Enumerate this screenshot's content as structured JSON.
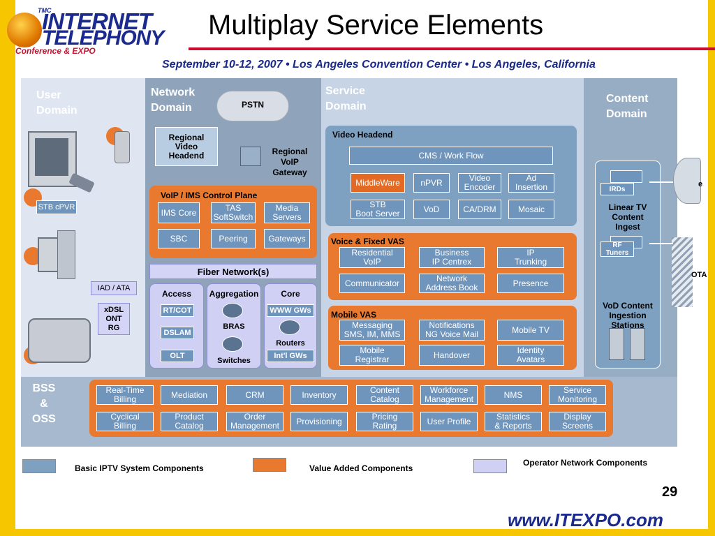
{
  "header": {
    "logo_top": "INTERNET",
    "logo_bottom": "TELEPHONY",
    "logo_sub": "Conference & EXPO",
    "logo_badge": "TMC",
    "title": "Multiplay Service Elements",
    "subtitle": "September 10-12, 2007 • Los Angeles Convention Center • Los Angeles, California"
  },
  "domains": {
    "user": "User\nDomain",
    "network": "Network\nDomain",
    "service": "Service\nDomain",
    "content": "Content\nDomain",
    "bss": "BSS\n&\nOSS"
  },
  "user_domain": {
    "stb": "STB cPVR",
    "iad": "IAD / ATA",
    "xdsl": "xDSL\nONT\nRG"
  },
  "network_domain": {
    "pstn": "PSTN",
    "regional_video": "Regional\nVideo\nHeadend",
    "regional_voip": "Regional\nVoIP\nGateway",
    "voip_ims_title": "VoIP / IMS Control Plane",
    "voip_ims_items": [
      "IMS Core",
      "TAS\nSoftSwitch",
      "Media\nServers",
      "SBC",
      "Peering",
      "Gateways"
    ],
    "fiber": "Fiber Network(s)",
    "access_title": "Access",
    "access_items": [
      "RT/COT",
      "DSLAM",
      "OLT"
    ],
    "aggregation_title": "Aggregation",
    "aggregation_items": [
      "BRAS",
      "Switches"
    ],
    "core_title": "Core",
    "core_items": [
      "WWW GWs",
      "Routers",
      "Int'l GWs"
    ]
  },
  "service_domain": {
    "video_title": "Video Headend",
    "cms": "CMS / Work Flow",
    "video_row1": [
      "MiddleWare",
      "nPVR",
      "Video\nEncoder",
      "Ad\nInsertion"
    ],
    "video_row2": [
      "STB\nBoot Server",
      "VoD",
      "CA/DRM",
      "Mosaic"
    ],
    "voice_title": "Voice & Fixed VAS",
    "voice_items": [
      "Residential\nVoIP",
      "Business\nIP Centrex",
      "IP\nTrunking",
      "Communicator",
      "Network\nAddress Book",
      "Presence"
    ],
    "mobile_title": "Mobile VAS",
    "mobile_items": [
      "Messaging\nSMS, IM, MMS",
      "Notifications\nNG Voice Mail",
      "Mobile TV",
      "Mobile\nRegistrar",
      "Handover",
      "Identity\nAvatars"
    ]
  },
  "content_domain": {
    "irds": "IRDs",
    "linear": "Linear TV\nContent\nIngest",
    "rf": "RF\nTuners",
    "ota": "OTA",
    "sat_partial": "e",
    "vod": "VoD Content\nIngestion\nStations"
  },
  "bss_oss": {
    "row1": [
      "Real-Time\nBilling",
      "Mediation",
      "CRM",
      "Inventory",
      "Content\nCatalog",
      "Workforce\nManagement",
      "NMS",
      "Service\nMonitoring"
    ],
    "row2": [
      "Cyclical\nBilling",
      "Product\nCatalog",
      "Order\nManagement",
      "Provisioning",
      "Pricing\nRating",
      "User Profile",
      "Statistics\n& Reports",
      "Display\nScreens"
    ]
  },
  "legend": {
    "basic": "Basic IPTV System Components",
    "value_added": "Value Added Components",
    "operator": "Operator Network Components",
    "colors": {
      "basic": "#7ea1c2",
      "value_added": "#e8792f",
      "operator": "#cfd0f4"
    }
  },
  "footer": {
    "page": "29",
    "url": "www.ITEXPO.com"
  }
}
